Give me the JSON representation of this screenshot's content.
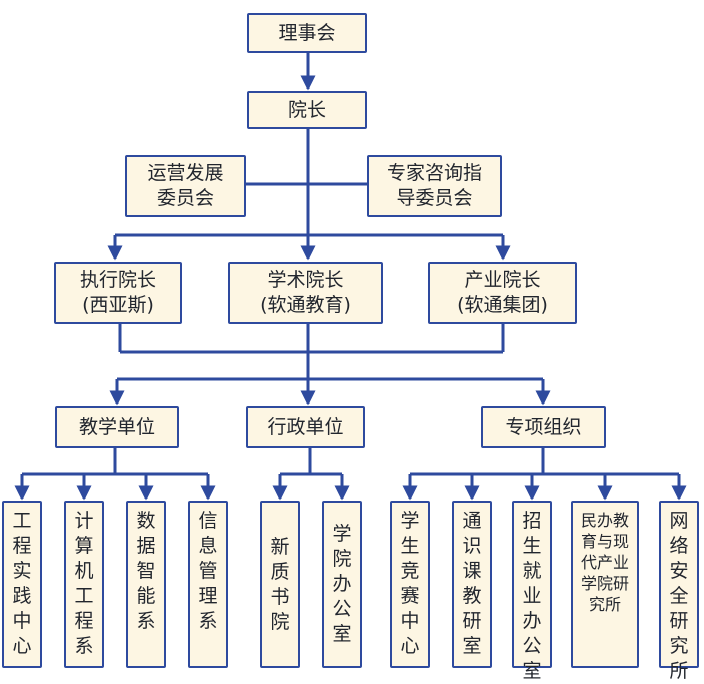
{
  "colors": {
    "line": "#2e4a9e",
    "box_fill": "#fdf6e3",
    "text": "#22262e"
  },
  "nodes": {
    "board": "理事会",
    "president": "院长",
    "ops_committee": "运营发展\n委员会",
    "expert_committee": "专家咨询指\n导委员会",
    "exec_president": "执行院长\n(西亚斯)",
    "academic_president": "学术院长\n(软通教育)",
    "industry_president": "产业院长\n(软通集团)",
    "teaching_units": "教学单位",
    "admin_units": "行政单位",
    "special_orgs": "专项组织",
    "eng_practice_center": "工程实践中心",
    "cs_dept": "计算机工程系",
    "data_ai_dept": "数据智能系",
    "info_mgmt_dept": "信息管理系",
    "xinzhi_academy": "新质书院",
    "college_office": "学院办公室",
    "competition_center": "学生竞赛中心",
    "general_course_office": "通识课教研室",
    "admissions_office": "招生就业办公室",
    "private_edu_institute": "民办教育与现代产业学院研究所",
    "cybersecurity_institute": "网络安全研究所"
  }
}
